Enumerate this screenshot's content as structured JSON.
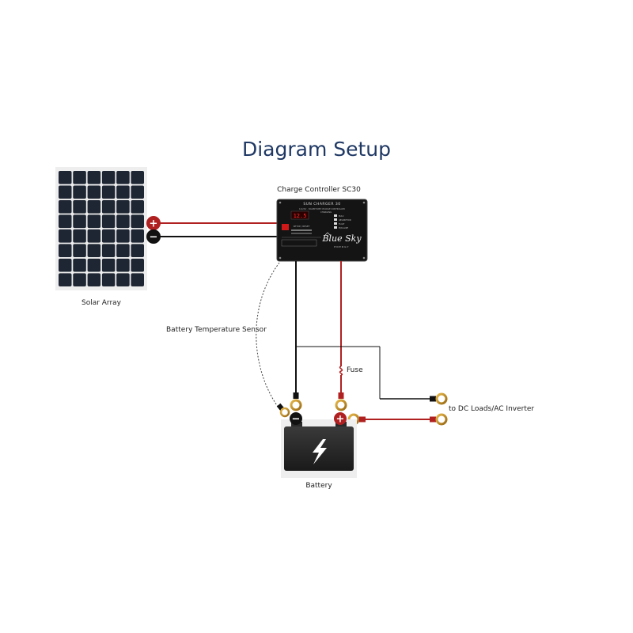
{
  "title": "Diagram Setup",
  "labels": {
    "controller": "Charge Controller SC30",
    "solar": "Solar Array",
    "sensor": "Battery Temperature  Sensor",
    "fuse": "Fuse",
    "loads": "to DC Loads/AC Inverter",
    "battery": "Battery"
  },
  "controller_panel": {
    "model": "SUN CHARGER 30",
    "subtitle": "12/24V · 30AMP PWM CHARGE CONTROLLER",
    "display": "12.5",
    "status_label": "CHARGING",
    "led_labels": [
      "BULK",
      "ABSORPTION",
      "FLOAT",
      "EQUALIZE"
    ],
    "reset_label": "SETUP / RESET",
    "brand": "Blue Sky",
    "brand_sub": "ENERGY"
  },
  "colors": {
    "positive": "#b02020",
    "negative": "#111111",
    "title": "#1f3864",
    "panel_cell": "#1e2633",
    "controller": "#141414",
    "lug": "#c8952a"
  },
  "terminals": {
    "positive": "+",
    "negative": "−"
  },
  "icons": {
    "battery": "lightning-bolt-icon",
    "fuse": "fuse-icon"
  }
}
